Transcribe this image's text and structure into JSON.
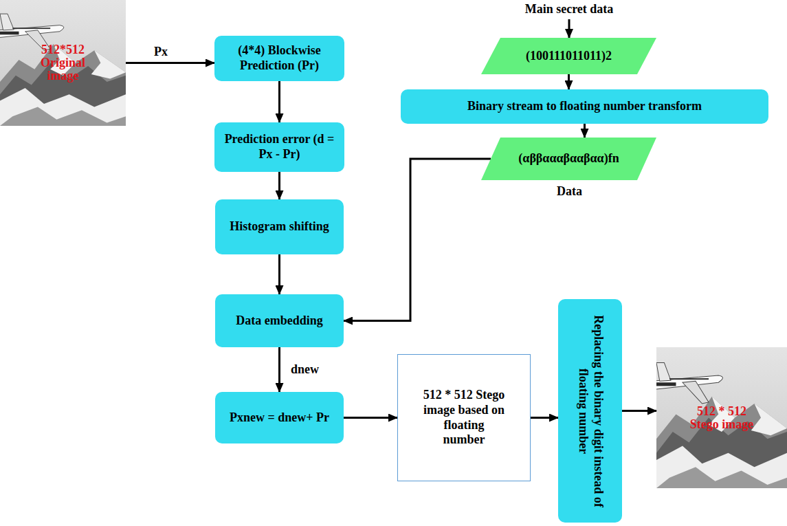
{
  "diagram": {
    "nodes": [
      {
        "text": [
          "512*512 Original image"
        ]
      },
      {
        "text": [
          "(4*4) Blockwise Prediction (Pr)"
        ]
      },
      {
        "text": [
          "Prediction error (d = Px - Pr)"
        ]
      },
      {
        "text": [
          "Histogram shifting"
        ]
      },
      {
        "text": [
          "Data embedding"
        ]
      },
      {
        "text": [
          "Pxnew = dnew+ Pr"
        ]
      },
      {
        "text": [
          "512 * 512 Stego image based on floating number"
        ]
      },
      {
        "text": [
          "Replacing the binary digit instead of floating number"
        ]
      },
      {
        "text": [
          "512 * 512 Stego image"
        ]
      },
      {
        "text": [
          "Main secret data"
        ]
      },
      {
        "text": [
          "(100111011011)2"
        ]
      },
      {
        "text": [
          "Binary stream to floating number transform"
        ]
      },
      {
        "text": [
          "(αββαααβααβαα)fn"
        ]
      }
    ],
    "edges": [
      {
        "from": 0,
        "to": 1,
        "label": "Px",
        "arrow": "to"
      },
      {
        "from": 1,
        "to": 2,
        "arrow": "to"
      },
      {
        "from": 2,
        "to": 3,
        "arrow": "to"
      },
      {
        "from": 3,
        "to": 4,
        "arrow": "to"
      },
      {
        "from": 4,
        "to": 5,
        "label": "dnew",
        "arrow": "to"
      },
      {
        "from": 5,
        "to": 6,
        "arrow": "to"
      },
      {
        "from": 6,
        "to": 7,
        "arrow": "to"
      },
      {
        "from": 7,
        "to": 8,
        "arrow": "to"
      },
      {
        "from": 9,
        "to": 10,
        "arrow": "to"
      },
      {
        "from": 10,
        "to": 11,
        "arrow": "to"
      },
      {
        "from": 11,
        "to": 12,
        "arrow": "to"
      },
      {
        "from": 12,
        "to": 4,
        "arrow": "to"
      }
    ],
    "labels": [
      "Data"
    ]
  }
}
